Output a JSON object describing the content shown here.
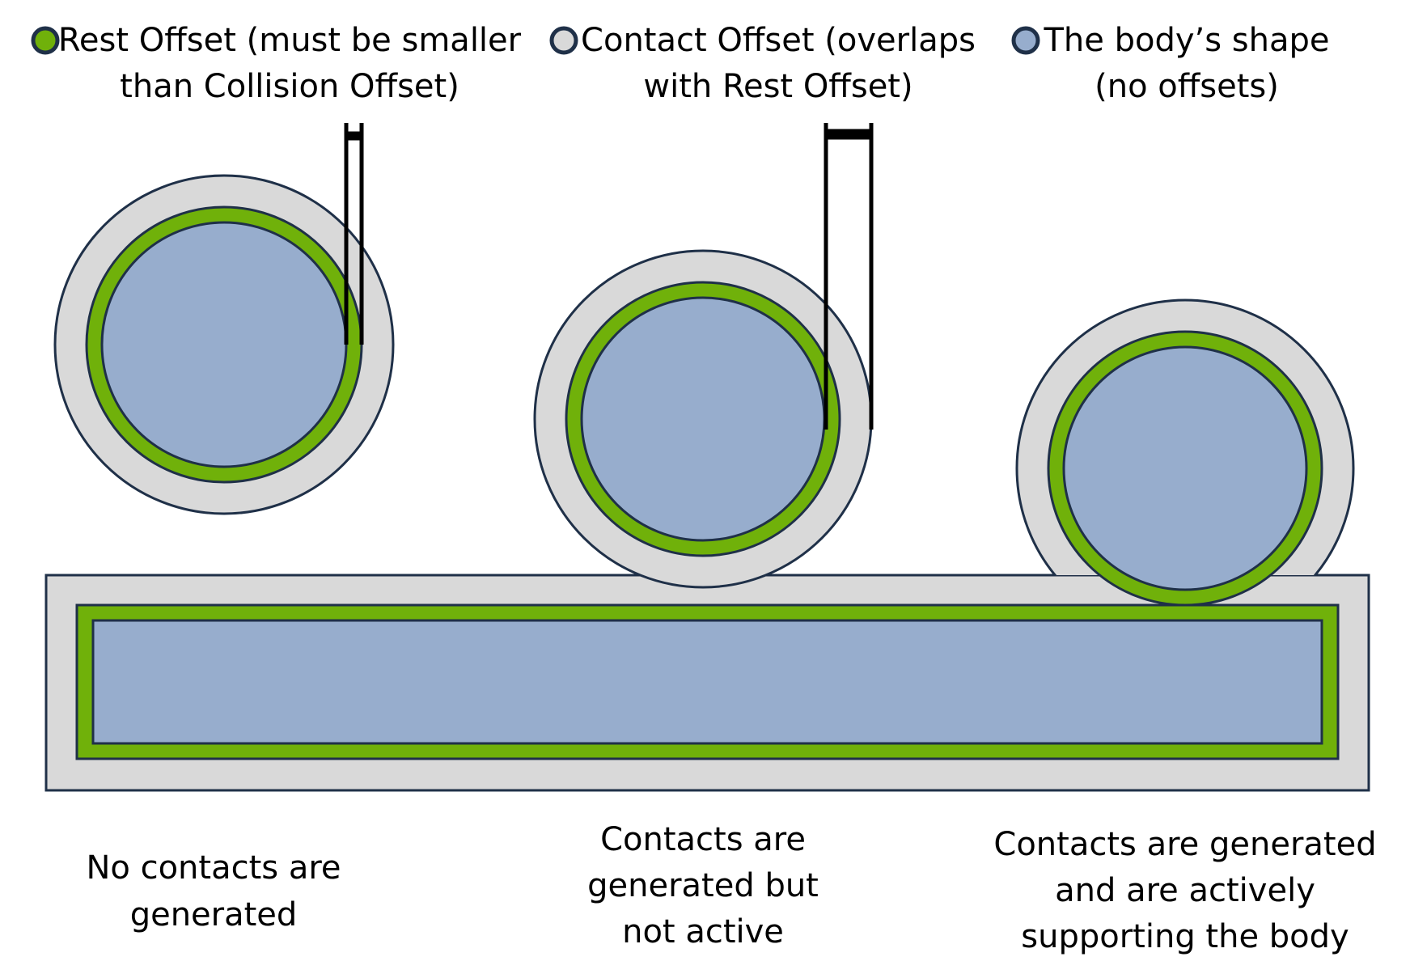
{
  "colors": {
    "rest_offset": "#70b10a",
    "contact_offset": "#d9d9d9",
    "body_shape": "#97adcd",
    "outline": "#1f3048",
    "marker": "#000000",
    "background": "#ffffff"
  },
  "legend": [
    {
      "swatch": "rest_offset",
      "lines": [
        "Rest Offset (must be smaller",
        "than Collision Offset)"
      ]
    },
    {
      "swatch": "contact_offset",
      "lines": [
        "Contact Offset (overlaps",
        "with Rest Offset)"
      ]
    },
    {
      "swatch": "body_shape",
      "lines": [
        "The body’s shape",
        "(no offsets)"
      ]
    }
  ],
  "captions": [
    {
      "lines": [
        "No contacts are",
        "generated"
      ]
    },
    {
      "lines": [
        "Contacts are",
        "generated but",
        "not active"
      ]
    },
    {
      "lines": [
        "Contacts are generated",
        "and are actively",
        "supporting the body"
      ]
    }
  ]
}
